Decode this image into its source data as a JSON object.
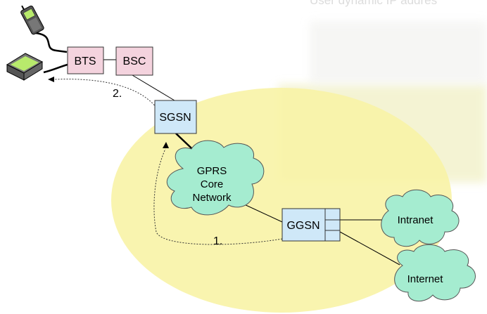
{
  "nodes": {
    "bts": "BTS",
    "bsc": "BSC",
    "sgsn": "SGSN",
    "ggsn": "GGSN",
    "core_network": [
      "GPRS",
      "Core",
      "Network"
    ],
    "intranet": "Intranet",
    "internet": "Internet"
  },
  "steps": {
    "step1": "1.",
    "step2": "2."
  },
  "background_text": "User dynamic IP addres",
  "colors": {
    "bts_fill": "#f4d3de",
    "bsc_fill": "#f4d3de",
    "node_fill": "#cfe8f8",
    "cloud_fill": "#a5ecd0",
    "area_fill": "#f8f3a6",
    "phone_screen": "#b8ea6c"
  },
  "icons": [
    "mobile-phone-icon",
    "laptop-icon"
  ]
}
